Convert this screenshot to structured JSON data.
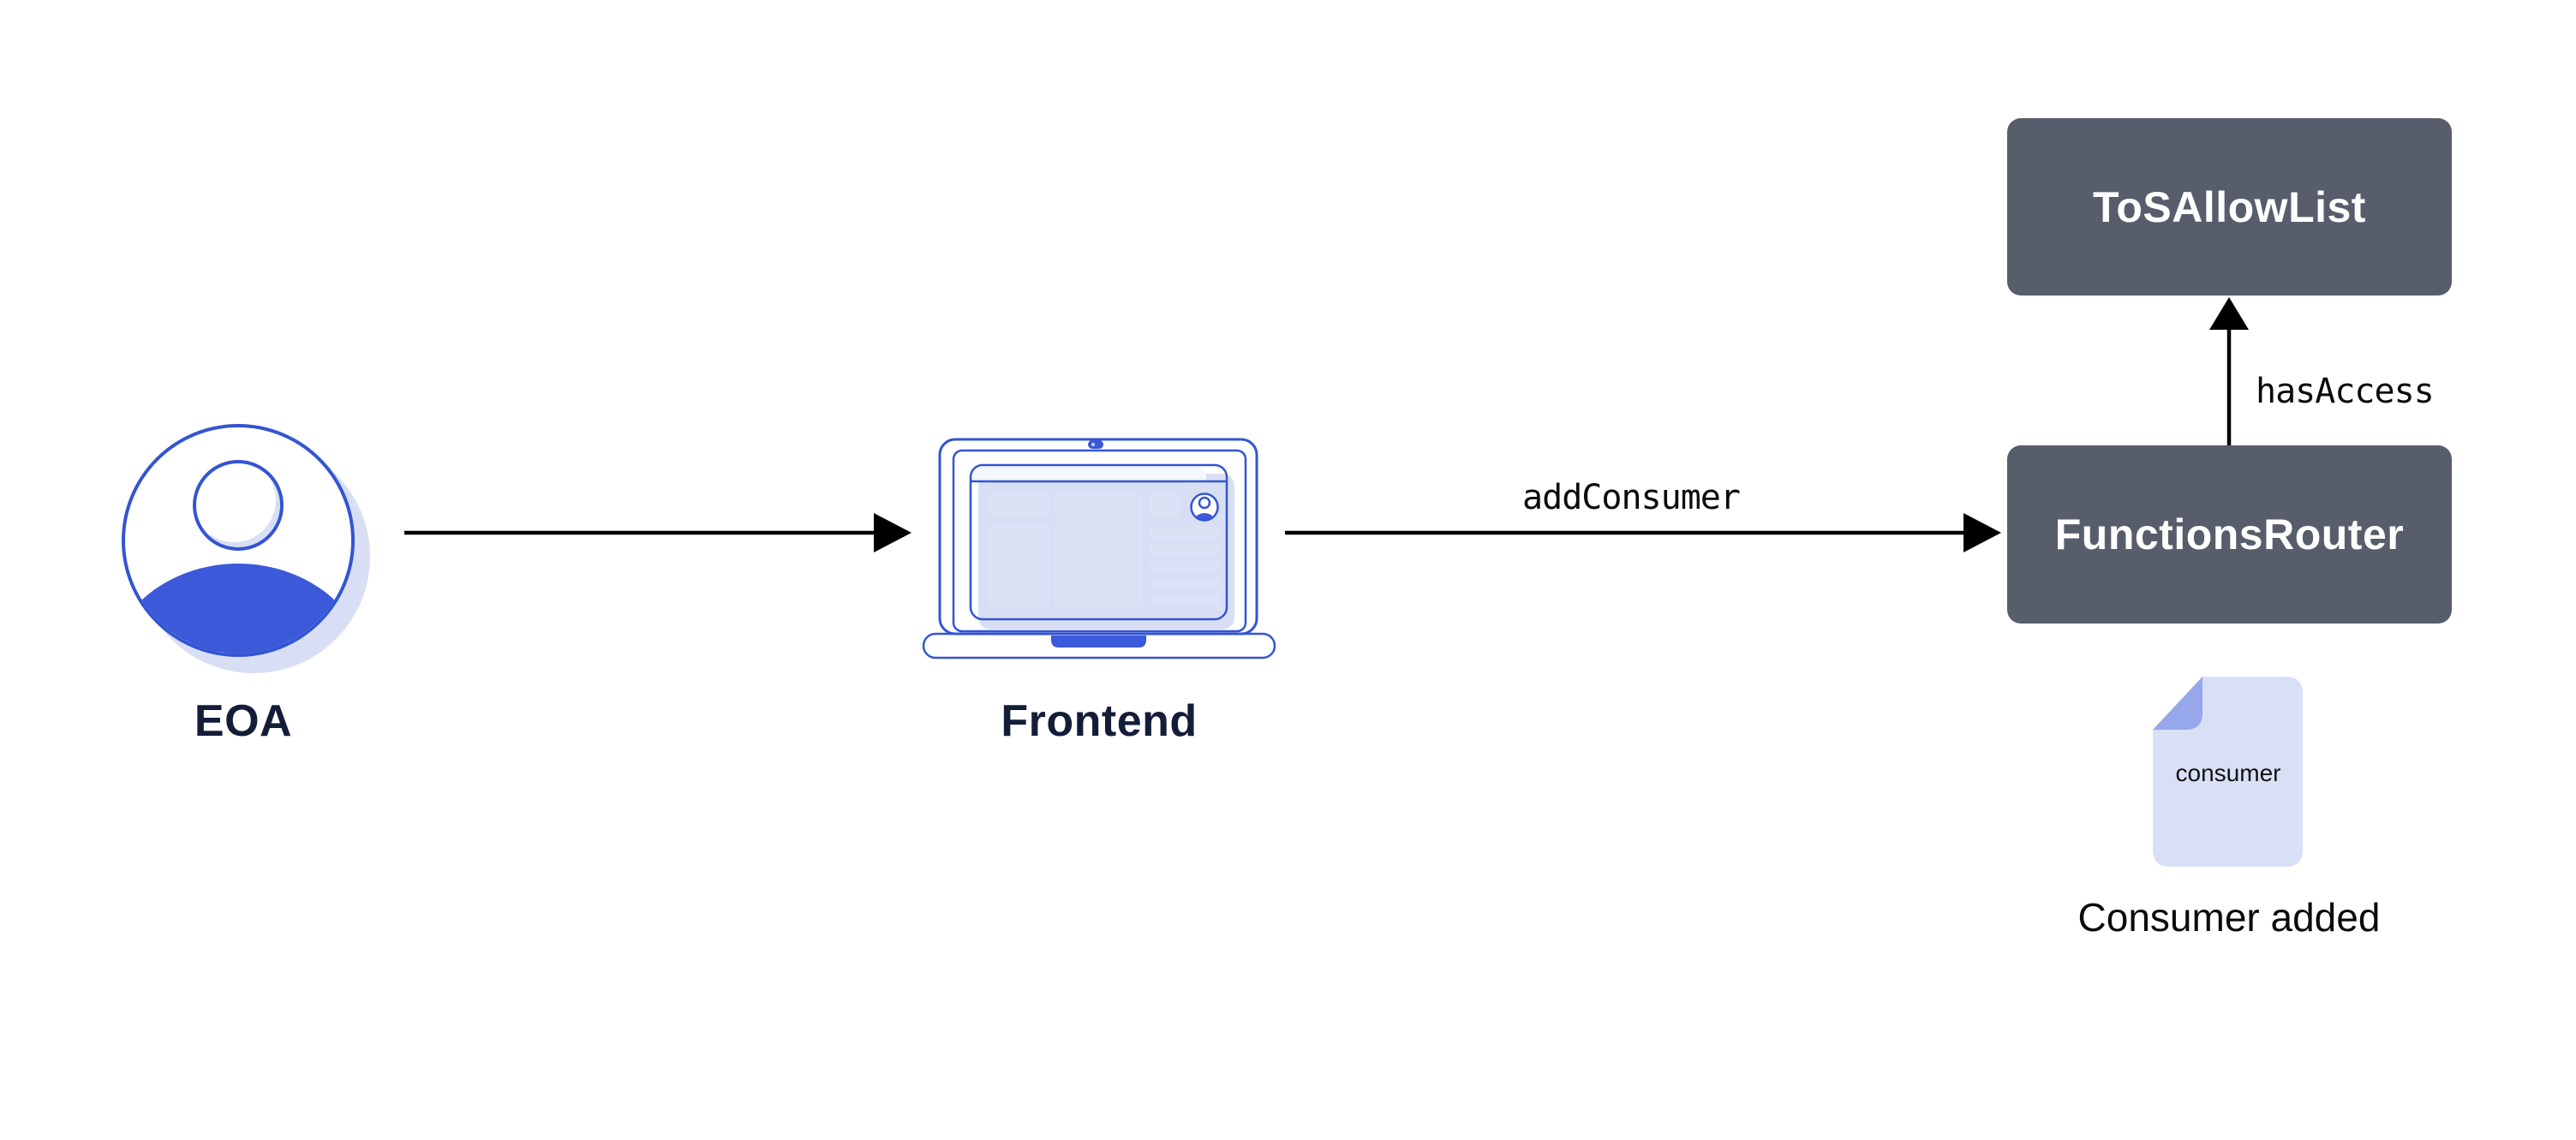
{
  "diagram": {
    "colors": {
      "bg": "#FFFFFF",
      "accent_stroke": "#3355D2",
      "accent_fill": "#3C59D9",
      "light_shadow": "#D8DFF5",
      "panel_block": "#DBE2F6",
      "box_bg": "#575D6B",
      "box_text": "#FFFFFF",
      "label_navy": "#141D38",
      "ink": "#0B0B0B",
      "doc_fill": "#D9E0F6",
      "doc_fold": "#97A7EB",
      "arrow": "#000000"
    },
    "nodes": {
      "eoa": {
        "label": "EOA",
        "icon": "user-avatar-icon"
      },
      "frontend": {
        "label": "Frontend",
        "icon": "laptop-icon"
      },
      "tos_allow_list": {
        "label": "ToSAllowList"
      },
      "functions_router": {
        "label": "FunctionsRouter"
      },
      "consumer_doc": {
        "doc_label": "consumer",
        "caption": "Consumer added",
        "icon": "document-icon"
      }
    },
    "edges": [
      {
        "from": "eoa",
        "to": "frontend",
        "label": ""
      },
      {
        "from": "frontend",
        "to": "functions_router",
        "label": "addConsumer"
      },
      {
        "from": "functions_router",
        "to": "tos_allow_list",
        "label": "hasAccess"
      }
    ]
  }
}
